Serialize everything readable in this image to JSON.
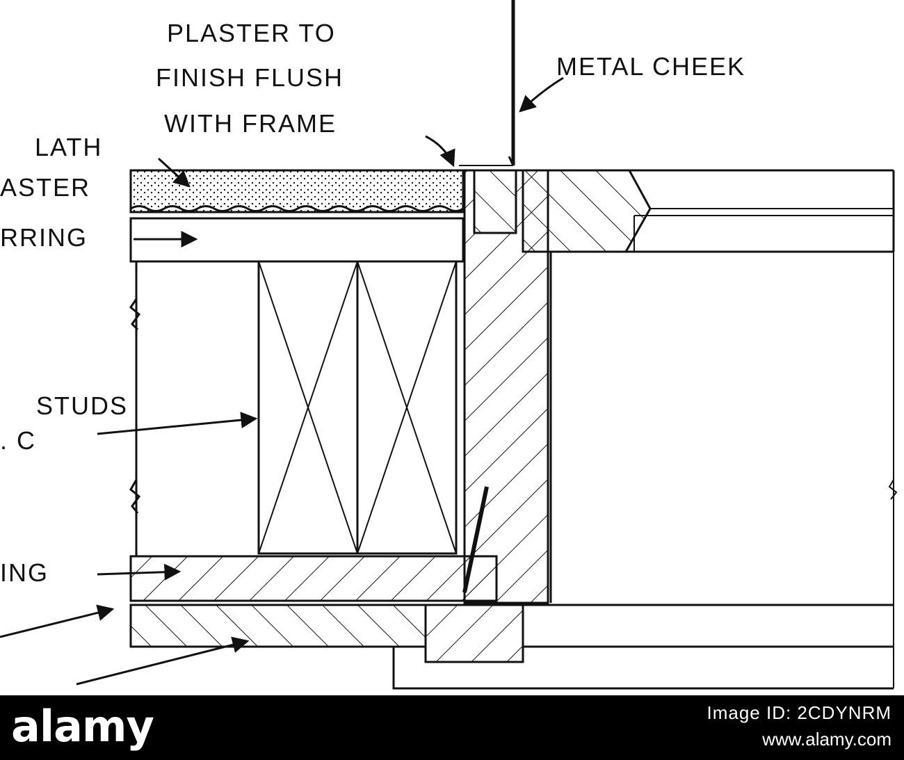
{
  "diagram": {
    "labels": {
      "plaster_note_line1": "PLASTER TO",
      "plaster_note_line2": "FINISH FLUSH",
      "plaster_note_line3": "WITH FRAME",
      "metal_cheek": "METAL CHEEK",
      "lath": "LATH",
      "plaster": "ASTER",
      "furring": "RRING",
      "studs_line1": "STUDS",
      "studs_line2": ". C",
      "bottom_member": "ING"
    },
    "colors": {
      "ink": "#111111",
      "paper": "#ffffff"
    }
  },
  "footer": {
    "logo": "alamy",
    "image_id": "Image ID: 2CDYNRM",
    "url": "www.alamy.com",
    "background": "#000000"
  }
}
